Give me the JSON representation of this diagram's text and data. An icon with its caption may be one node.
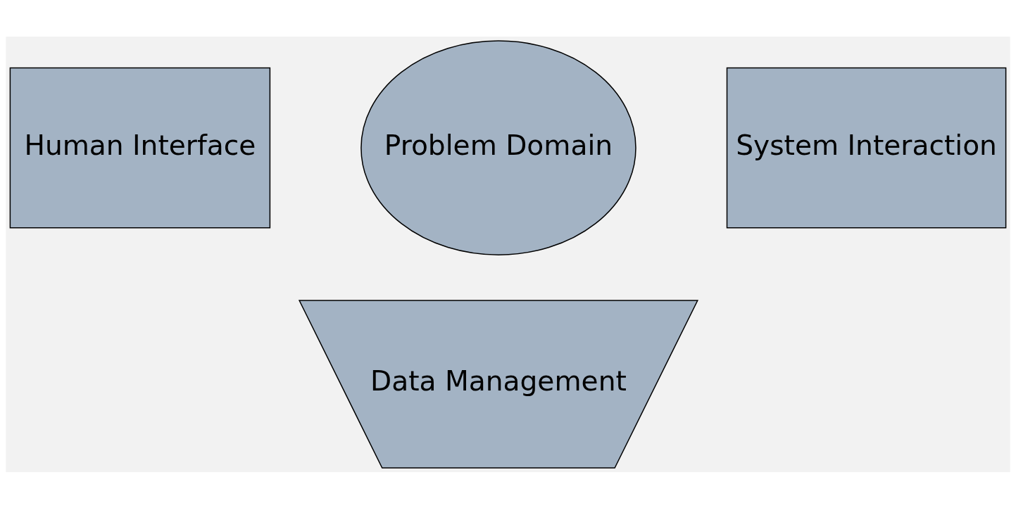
{
  "diagram": {
    "nodes": [
      {
        "text": [
          "Human Interface"
        ]
      },
      {
        "text": [
          "Problem Domain"
        ]
      },
      {
        "text": [
          "System Interaction"
        ]
      },
      {
        "text": [
          "Data Management"
        ]
      }
    ]
  }
}
